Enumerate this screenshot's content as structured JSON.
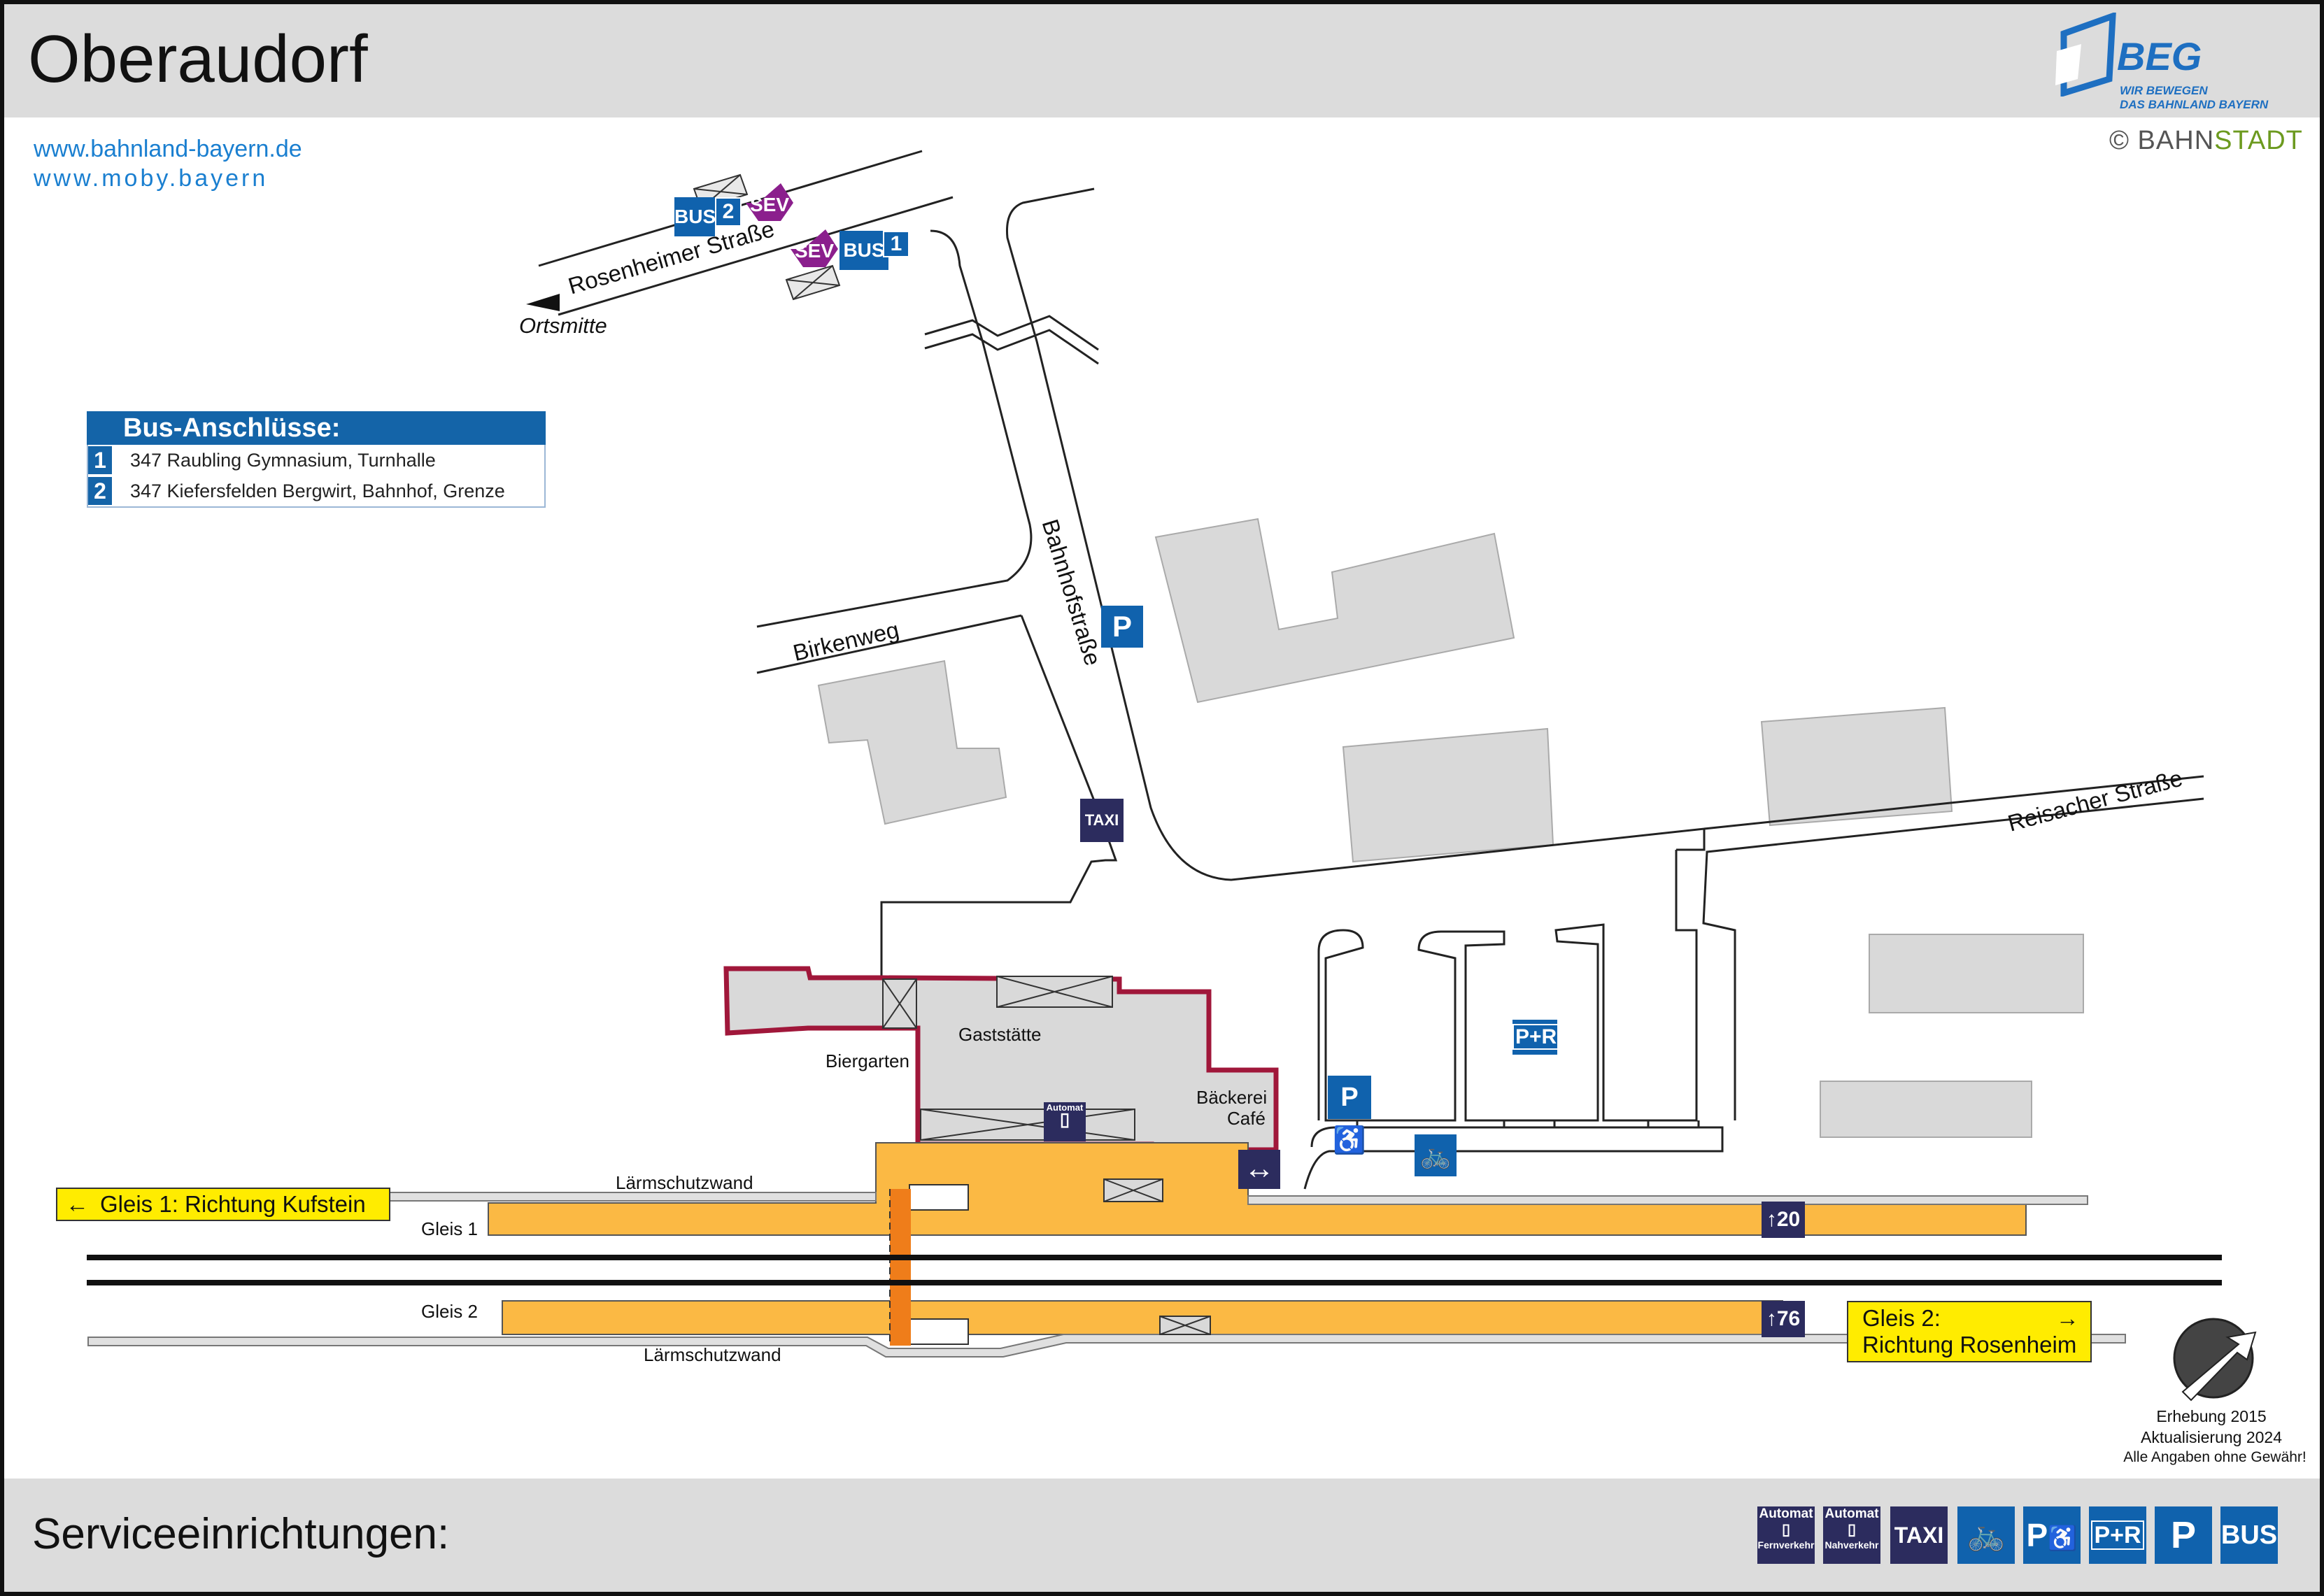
{
  "title": "Oberaudorf",
  "links": [
    "www.bahnland-bayern.de",
    "www.moby.bayern"
  ],
  "brand": {
    "name": "BEG",
    "slogan_line1": "WIR BEWEGEN",
    "slogan_line2": "DAS BAHNLAND BAYERN",
    "copyright_prefix": "© BAHN",
    "copyright_suffix": "STADT",
    "color_blue": "#1e6fc1",
    "color_green": "#6c9a1f"
  },
  "legend": {
    "heading": "Bus-Anschlüsse:",
    "rows": [
      {
        "num": "1",
        "text": "347 Raubling Gymnasium, Turnhalle"
      },
      {
        "num": "2",
        "text": "347 Kiefersfelden Bergwirt, Bahnhof, Grenze"
      }
    ]
  },
  "streets": {
    "rosenheimer": "Rosenheimer Straße",
    "ortsmitte": "Ortsmitte",
    "bahnhofstrasse": "Bahnhofstraße",
    "birkenweg": "Birkenweg",
    "reisacher": "Reisacher Straße"
  },
  "places": {
    "gaststaette": "Gaststätte",
    "biergarten": "Biergarten",
    "baeckerei": "Bäckerei",
    "cafe": "Café",
    "laermschutz_top": "Lärmschutzwand",
    "laermschutz_bottom": "Lärmschutzwand",
    "gleis1": "Gleis 1",
    "gleis2": "Gleis 2"
  },
  "directions": {
    "kufstein": "Gleis 1: Richtung Kufstein",
    "rosenheim_line1": "Gleis 2:",
    "rosenheim_line2": "Richtung Rosenheim"
  },
  "platform_marks": {
    "gleis1_height": "20",
    "gleis2_height": "76"
  },
  "icons": {
    "bus": "BUS",
    "sev": "SEV",
    "taxi": "TAXI",
    "parking": "P",
    "park_ride": "P+R",
    "automat": "Automat",
    "bus_stop_1": "1",
    "bus_stop_2": "2",
    "fernverkehr": "Fernverkehr",
    "nahverkehr": "Nahverkehr"
  },
  "info": {
    "erhebung": "Erhebung 2015",
    "aktualisierung": "Aktualisierung 2024",
    "disclaimer": "Alle Angaben ohne Gewähr!"
  },
  "footer": {
    "label": "Serviceeinrichtungen:",
    "icons": [
      "Automat-Fernverkehr",
      "Automat-Nahverkehr",
      "TAXI",
      "bike-icon",
      "wheelchair-parking-icon",
      "P+R",
      "P",
      "BUS"
    ]
  },
  "colors": {
    "platform": "#fbb944",
    "station_outline": "#a0173a",
    "building": "#d9d9d9",
    "icon_blue": "#1062ad",
    "icon_navy": "#2c2c5e",
    "sev_purple": "#8b1f8d",
    "direction_yellow": "#ffec00",
    "orange_passage": "#ef7d1a"
  }
}
